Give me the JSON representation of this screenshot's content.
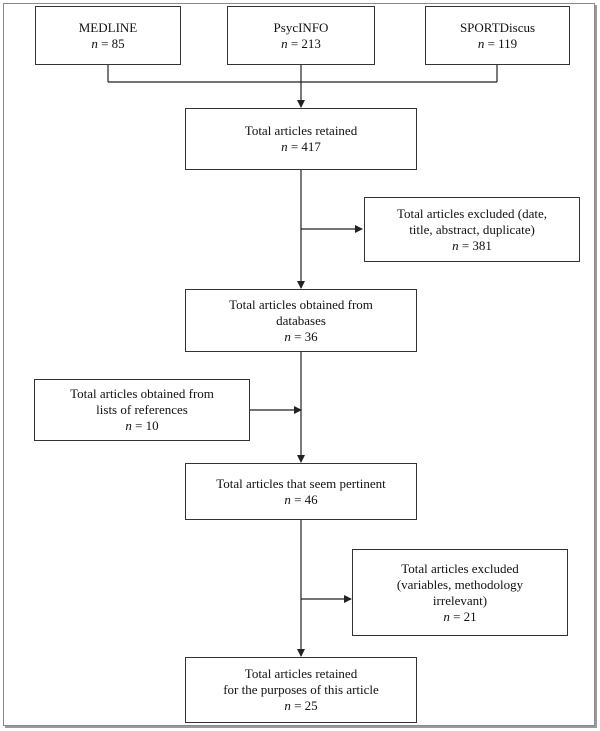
{
  "boxes": {
    "medline": {
      "line1": "MEDLINE",
      "count": "85"
    },
    "psycinfo": {
      "line1": "PsycINFO",
      "count": "213"
    },
    "sportdiscus": {
      "line1": "SPORTDiscus",
      "count": "119"
    },
    "retained1": {
      "line1": "Total articles retained",
      "count": "417"
    },
    "excluded1": {
      "line1": "Total articles excluded (date,",
      "line2": "title, abstract, duplicate)",
      "count": "381"
    },
    "obtained_db": {
      "line1": "Total articles obtained from",
      "line2": "databases",
      "count": "36"
    },
    "obtained_refs": {
      "line1": "Total articles obtained from",
      "line2": "lists of references",
      "count": "10"
    },
    "pertinent": {
      "line1": "Total articles that seem pertinent",
      "count": "46"
    },
    "excluded2": {
      "line1": "Total articles excluded",
      "line2": "(variables, methodology",
      "line3": "irrelevant)",
      "count": "21"
    },
    "final": {
      "line1": "Total articles retained",
      "line2": "for the purposes of this article",
      "count": "25"
    }
  },
  "n_symbol": "n",
  "equals": " = "
}
